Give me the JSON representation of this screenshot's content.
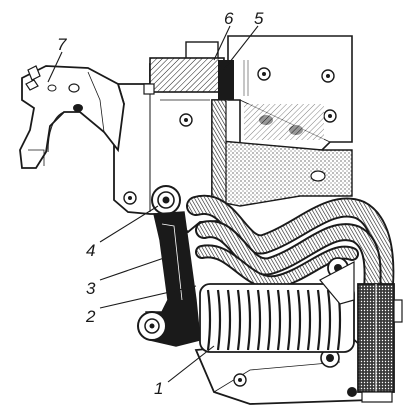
{
  "callouts": [
    {
      "id": "7",
      "text": "7"
    },
    {
      "id": "6",
      "text": "6"
    },
    {
      "id": "5",
      "text": "5"
    },
    {
      "id": "4",
      "text": "4"
    },
    {
      "id": "3",
      "text": "3"
    },
    {
      "id": "2",
      "text": "2"
    },
    {
      "id": "1",
      "text": "1"
    }
  ],
  "colors": {
    "ink": "#1a1a1a",
    "paper": "#ffffff",
    "shade": "#555555"
  }
}
